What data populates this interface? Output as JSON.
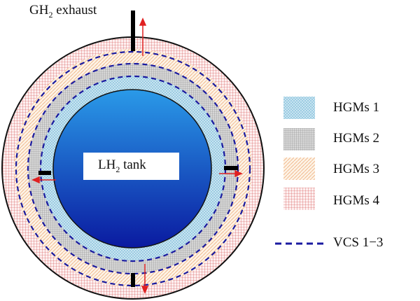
{
  "labels": {
    "exhaust_main": "GH",
    "exhaust_sub": "2",
    "exhaust_rest": " exhaust",
    "tank_main": "LH",
    "tank_sub": "2",
    "tank_rest": " tank"
  },
  "legend": [
    {
      "label": "HGMs 1",
      "color": "#8ec7e0"
    },
    {
      "label": "HGMs 2",
      "color": "#8a8a8a"
    },
    {
      "label": "HGMs 3",
      "color": "#f0b080"
    },
    {
      "label": "HGMs 4",
      "color": "#d04040"
    },
    {
      "label": "VCS 1−3",
      "color": "#1a1aa0"
    }
  ],
  "colors": {
    "arrow": "#e02020",
    "vcs": "#1a1aa0",
    "tank_top": "#2a9ae8",
    "tank_bottom": "#0a1aa0"
  }
}
